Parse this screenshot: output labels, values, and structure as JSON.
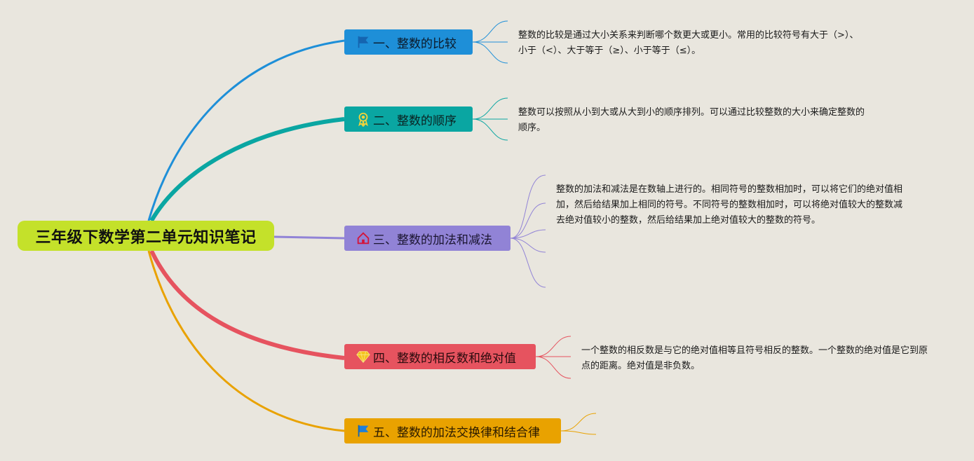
{
  "root": {
    "title": "三年级下数学第二单元知识笔记"
  },
  "branches": [
    {
      "title": "一、整数的比较",
      "icon": "flag-icon",
      "color": "#1e8fd8",
      "note": "整数的比较是通过大小关系来判断哪个数更大或更小。常用的比较符号有大于（>）、小于（<）、大于等于（≥）、小于等于（≤）。"
    },
    {
      "title": "二、整数的顺序",
      "icon": "award-medal-icon",
      "color": "#0aa6a2",
      "note": "整数可以按照从小到大或从大到小的顺序排列。可以通过比较整数的大小来确定整数的顺序。"
    },
    {
      "title": "三、整数的加法和减法",
      "icon": "house-icon",
      "color": "#9183d6",
      "note": "整数的加法和减法是在数轴上进行的。相同符号的整数相加时，可以将它们的绝对值相加，然后给结果加上相同的符号。不同符号的整数相加时，可以将绝对值较大的整数减去绝对值较小的整数，然后给结果加上绝对值较大的整数的符号。"
    },
    {
      "title": "四、整数的相反数和绝对值",
      "icon": "diamond-icon",
      "color": "#e6535f",
      "note": "一个整数的相反数是与它的绝对值相等且符号相反的整数。一个整数的绝对值是它到原点的距离。绝对值是非负数。"
    },
    {
      "title": "五、整数的加法交换律和结合律",
      "icon": "flag-icon",
      "color": "#e9a200"
    }
  ]
}
